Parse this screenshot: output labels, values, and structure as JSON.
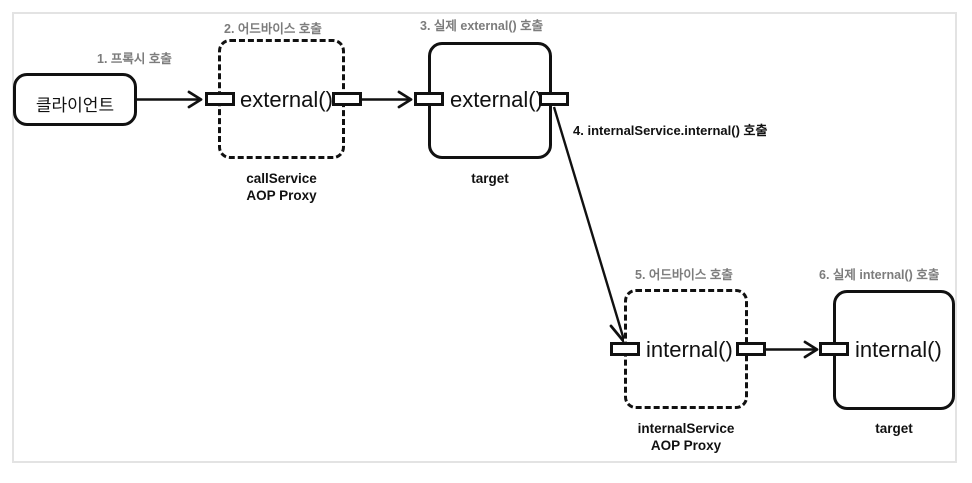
{
  "diagram": {
    "title": "Spring AOP internal call diagram",
    "background": "#ffffff",
    "frame_border_color": "#e3e3e3",
    "stroke_color": "#111111",
    "caption_gray": "#7c7c7c"
  },
  "nodes": {
    "client": {
      "label": "클라이언트",
      "style": "solid"
    },
    "call_service_proxy": {
      "method": "external()",
      "under_line1": "callService",
      "under_line2": "AOP Proxy",
      "style": "dashed"
    },
    "external_target": {
      "method": "external()",
      "under_line1": "target",
      "style": "solid"
    },
    "internal_service_proxy": {
      "method": "internal()",
      "under_line1": "internalService",
      "under_line2": "AOP Proxy",
      "style": "dashed"
    },
    "internal_target": {
      "method": "internal()",
      "under_line1": "target",
      "style": "solid"
    }
  },
  "captions": {
    "step1": "1. 프록시 호출",
    "step2": "2. 어드바이스 호출",
    "step3": "3. 실제 external() 호출",
    "step4": "4. internalService.internal() 호출",
    "step5": "5. 어드바이스 호출",
    "step6": "6. 실제 internal() 호출"
  }
}
